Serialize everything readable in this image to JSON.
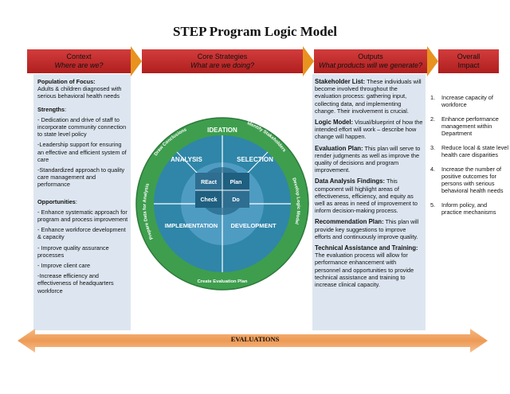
{
  "title": "STEP Program Logic Model",
  "headers": [
    {
      "title": "Context",
      "sub": "Where are we?"
    },
    {
      "title": "Core Strategies",
      "sub": "What are we doing?"
    },
    {
      "title": "Outputs",
      "sub": "What products will we generate?"
    },
    {
      "title": "Overall",
      "sub": "Impact"
    }
  ],
  "context": {
    "population_heading": "Population of Focus",
    "population_text": "Adults & children diagnosed with serious behavioral health needs",
    "strengths_heading": "Strengths",
    "strengths": [
      "- Dedication and drive of staff to incorporate community connection to state level policy",
      "-Leadership support for ensuring an effective and efficient system of care",
      "-Standardized approach to quality care management and performance"
    ],
    "opportunities_heading": "Opportunities",
    "opportunities": [
      "- Enhance systematic approach for program and process improvement",
      "- Enhance workforce development & capacity",
      "- Improve quality assurance processes",
      "- Improve client care",
      "-Increase efficiency and effectiveness of headquarters workforce"
    ]
  },
  "wheel": {
    "outer_labels": {
      "draw": "Draw Conclusions",
      "identify": "Identify Stakeholders",
      "develop": "Develop Logic Model",
      "create": "Create Evaluation Plan",
      "prepare": "Prepare Data for Analysis"
    },
    "segments": {
      "ideation": "IDEATION",
      "selection": "SELECTION",
      "analysis": "ANALYSIS",
      "implementation": "IMPLEMENTATION",
      "development": "DEVELOPMENT"
    },
    "core": {
      "react": "REact",
      "plan": "Plan",
      "check": "Check",
      "do": "Do"
    },
    "colors": {
      "outer": "#3e9e4e",
      "ring": "#2f86a8",
      "inner": "#4f9cc3",
      "core": "#1e5c7c"
    }
  },
  "outputs": [
    {
      "heading": "Stakeholder List",
      "text": "These individuals will become involved throughout the evaluation process: gathering input, collecting data, and implementing change. Their involvement is crucial."
    },
    {
      "heading": "Logic Model",
      "text": "Visual/blueprint of how the intended effort will work – describe how change will happen."
    },
    {
      "heading": "Evaluation Plan",
      "text": "This plan will serve to render judgments as well as improve the quality of decisions and program improvement."
    },
    {
      "heading": "Data Analysis Findings",
      "text": "This component will highlight areas of effectiveness, efficiency, and equity as well as areas in need of improvement to inform decision-making process."
    },
    {
      "heading": "Recommendation Plan",
      "text": "This plan will provide key suggestions to improve efforts and continuously improve quality."
    },
    {
      "heading": "Technical Assistance and Training",
      "text": "The evaluation process will allow for performance enhancement with personnel and opportunities to provide technical assistance and training to increase clinical capacity."
    }
  ],
  "impacts": [
    {
      "n": "1.",
      "text": "Increase capacity of workforce"
    },
    {
      "n": "2.",
      "text": "Enhance performance management within Department"
    },
    {
      "n": "3.",
      "text": "Reduce local & state level health care disparities"
    },
    {
      "n": "4.",
      "text": "Increase the number of positive outcomes for persons with serious behavioral health needs"
    },
    {
      "n": "5.",
      "text": "Inform policy, and practice mechanisms"
    }
  ],
  "evaluations_label": "EVALUATIONS",
  "accent_colors": {
    "header_red": "#c62828",
    "chevron_orange": "#e8931f",
    "panel_blue": "#dde6f0",
    "arrow_orange": "#f0a25e"
  }
}
